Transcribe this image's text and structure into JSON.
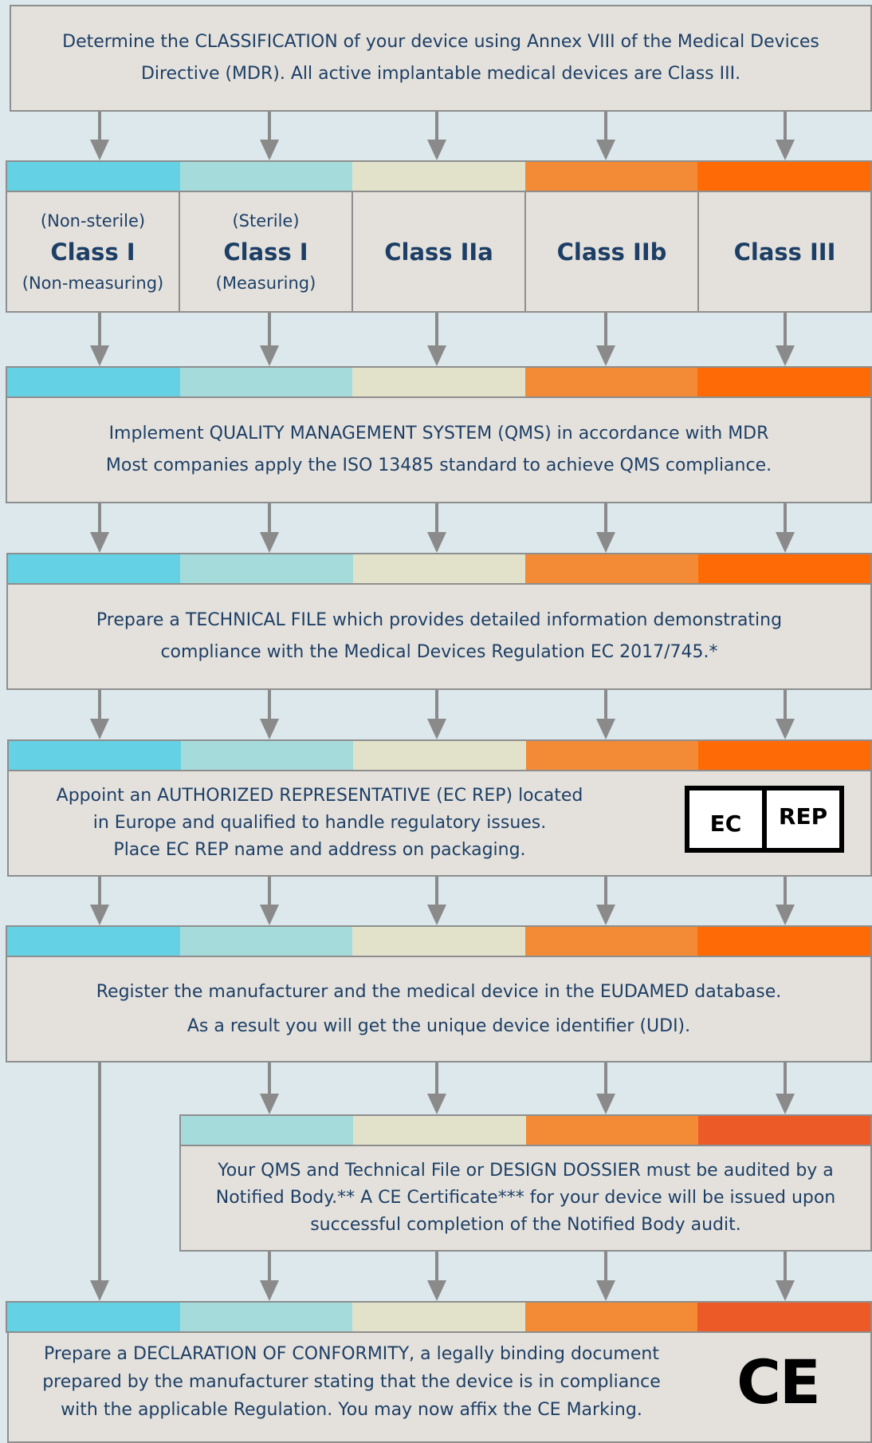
{
  "colors": {
    "class1_nonsterile": "#64d1e5",
    "class1_sterile": "#a6dbdb",
    "class2a": "#e2e2cb",
    "class2b": "#f28a36",
    "class3": "#fe6a06",
    "class3_alt": "#ec5a28",
    "box_fill": "#e4e1dc",
    "box_border": "#8e8e8e",
    "text": "#1d3f66",
    "background": "#dce8ec"
  },
  "step1": {
    "lines": [
      "Determine the CLASSIFICATION of your device using Annex VIII of the Medical Devices",
      "Directive (MDR). All active implantable medical devices are Class III."
    ]
  },
  "classes": [
    {
      "top": "(Non-sterile)",
      "name": "Class I",
      "bottom": "(Non-measuring)"
    },
    {
      "top": "(Sterile)",
      "name": "Class I",
      "bottom": "(Measuring)"
    },
    {
      "top": "",
      "name": "Class IIa",
      "bottom": ""
    },
    {
      "top": "",
      "name": "Class IIb",
      "bottom": ""
    },
    {
      "top": "",
      "name": "Class III",
      "bottom": ""
    }
  ],
  "step2": {
    "lines": [
      "Implement QUALITY MANAGEMENT SYSTEM (QMS) in accordance with MDR",
      "Most companies apply the ISO 13485 standard to achieve QMS compliance."
    ]
  },
  "step3": {
    "lines": [
      "Prepare a TECHNICAL FILE which provides detailed information demonstrating",
      "compliance with the Medical Devices Regulation EC 2017/745.*"
    ]
  },
  "step4": {
    "lines": [
      "Appoint an AUTHORIZED REPRESENTATIVE (EC REP) located",
      "in Europe and qualified to handle regulatory issues.",
      "Place EC REP name and address on packaging."
    ],
    "symbol_left": "EC",
    "symbol_right": "REP"
  },
  "step5": {
    "lines": [
      "Register the manufacturer and the medical device in the EUDAMED database.",
      "As a result you will get the unique device identifier (UDI)."
    ]
  },
  "step6": {
    "lines": [
      "Your QMS and Technical File or DESIGN DOSSIER must be audited by a",
      "Notified Body.** A CE Certificate*** for your device will be issued upon",
      "successful completion of the Notified Body audit."
    ]
  },
  "step7": {
    "lines": [
      "Prepare a DECLARATION OF CONFORMITY, a legally binding document",
      "prepared by the manufacturer stating that the device is in compliance",
      "with the applicable Regulation. You may now affix the CE Marking."
    ],
    "symbol": "CE"
  }
}
